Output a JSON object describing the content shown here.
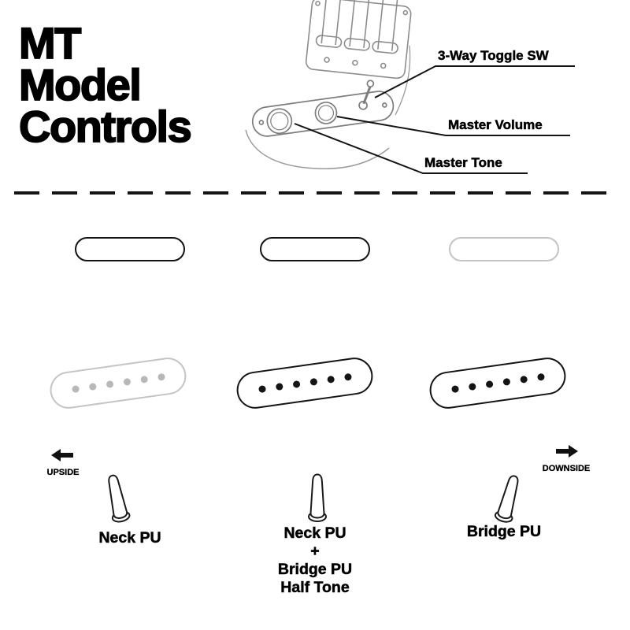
{
  "colors": {
    "active": "#141414",
    "inactive": "#c4c4c4"
  },
  "title": {
    "line1": "MT",
    "line2": "Model",
    "line3": "Controls"
  },
  "callouts": {
    "toggle": "3-Way Toggle SW",
    "volume": "Master Volume",
    "tone": "Master Tone"
  },
  "direction": {
    "up": "UPSIDE",
    "down": "DOWNSIDE"
  },
  "positions": [
    {
      "lever": "upside",
      "neck_pickup": "active",
      "bridge_pickup": "inactive",
      "label_lines": [
        "Neck PU"
      ]
    },
    {
      "lever": "middle",
      "neck_pickup": "active",
      "bridge_pickup": "active",
      "label_lines": [
        "Neck PU",
        "+",
        "Bridge PU",
        "Half Tone"
      ]
    },
    {
      "lever": "downside",
      "neck_pickup": "inactive",
      "bridge_pickup": "active",
      "label_lines": [
        "Bridge PU"
      ]
    }
  ]
}
